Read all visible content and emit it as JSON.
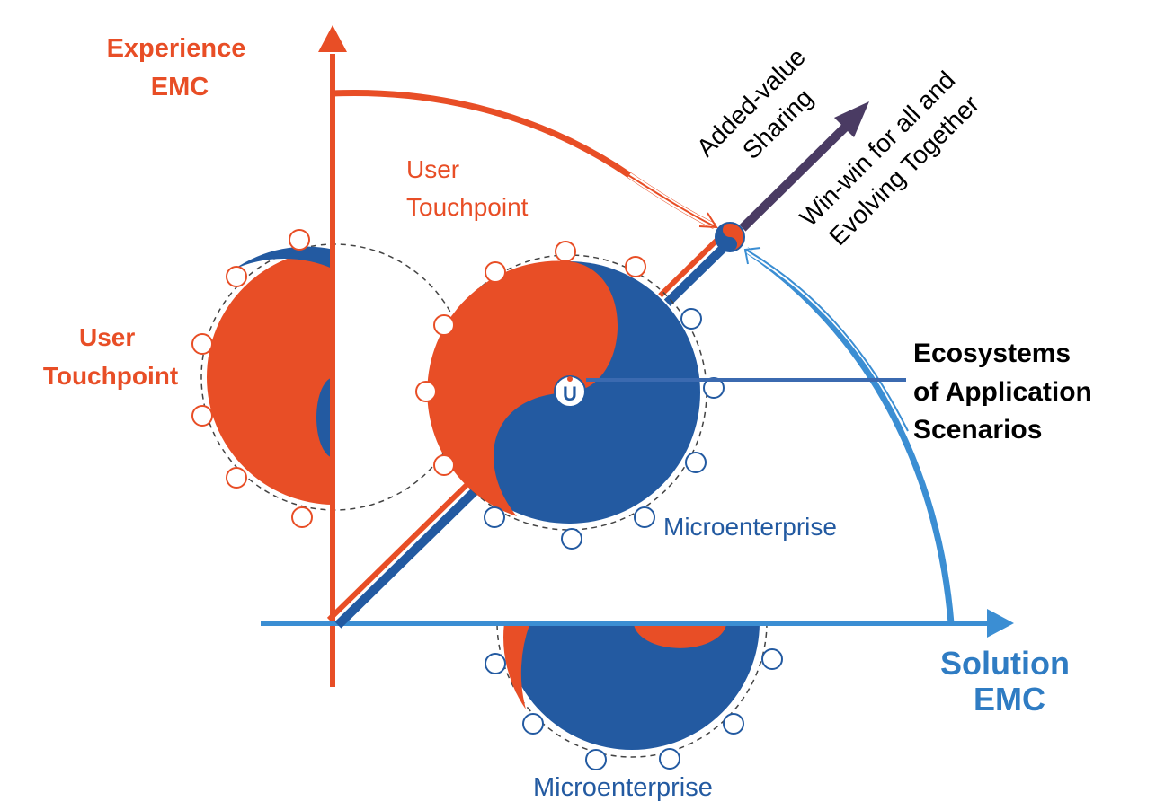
{
  "labels": {
    "experience_emc": [
      "Experience",
      "EMC"
    ],
    "solution_emc": [
      "Solution",
      "EMC"
    ],
    "user_touchpoint_inner": [
      "User",
      "Touchpoint"
    ],
    "user_touchpoint_left": [
      "User",
      "Touchpoint"
    ],
    "microenterprise_center": "Microenterprise",
    "microenterprise_bottom": "Microenterprise",
    "added_value": [
      "Added-value",
      "Sharing"
    ],
    "win_win": [
      "Win-win for all and",
      "Evolving Together"
    ],
    "ecosystems": [
      "Ecosystems",
      "of Application",
      "Scenarios"
    ],
    "logo_letter": "U"
  },
  "colors": {
    "orange": "#E84E26",
    "blue": "#235AA1",
    "light_blue": "#3B8ED3",
    "purple": "#4A3B63",
    "text": "#000000"
  }
}
